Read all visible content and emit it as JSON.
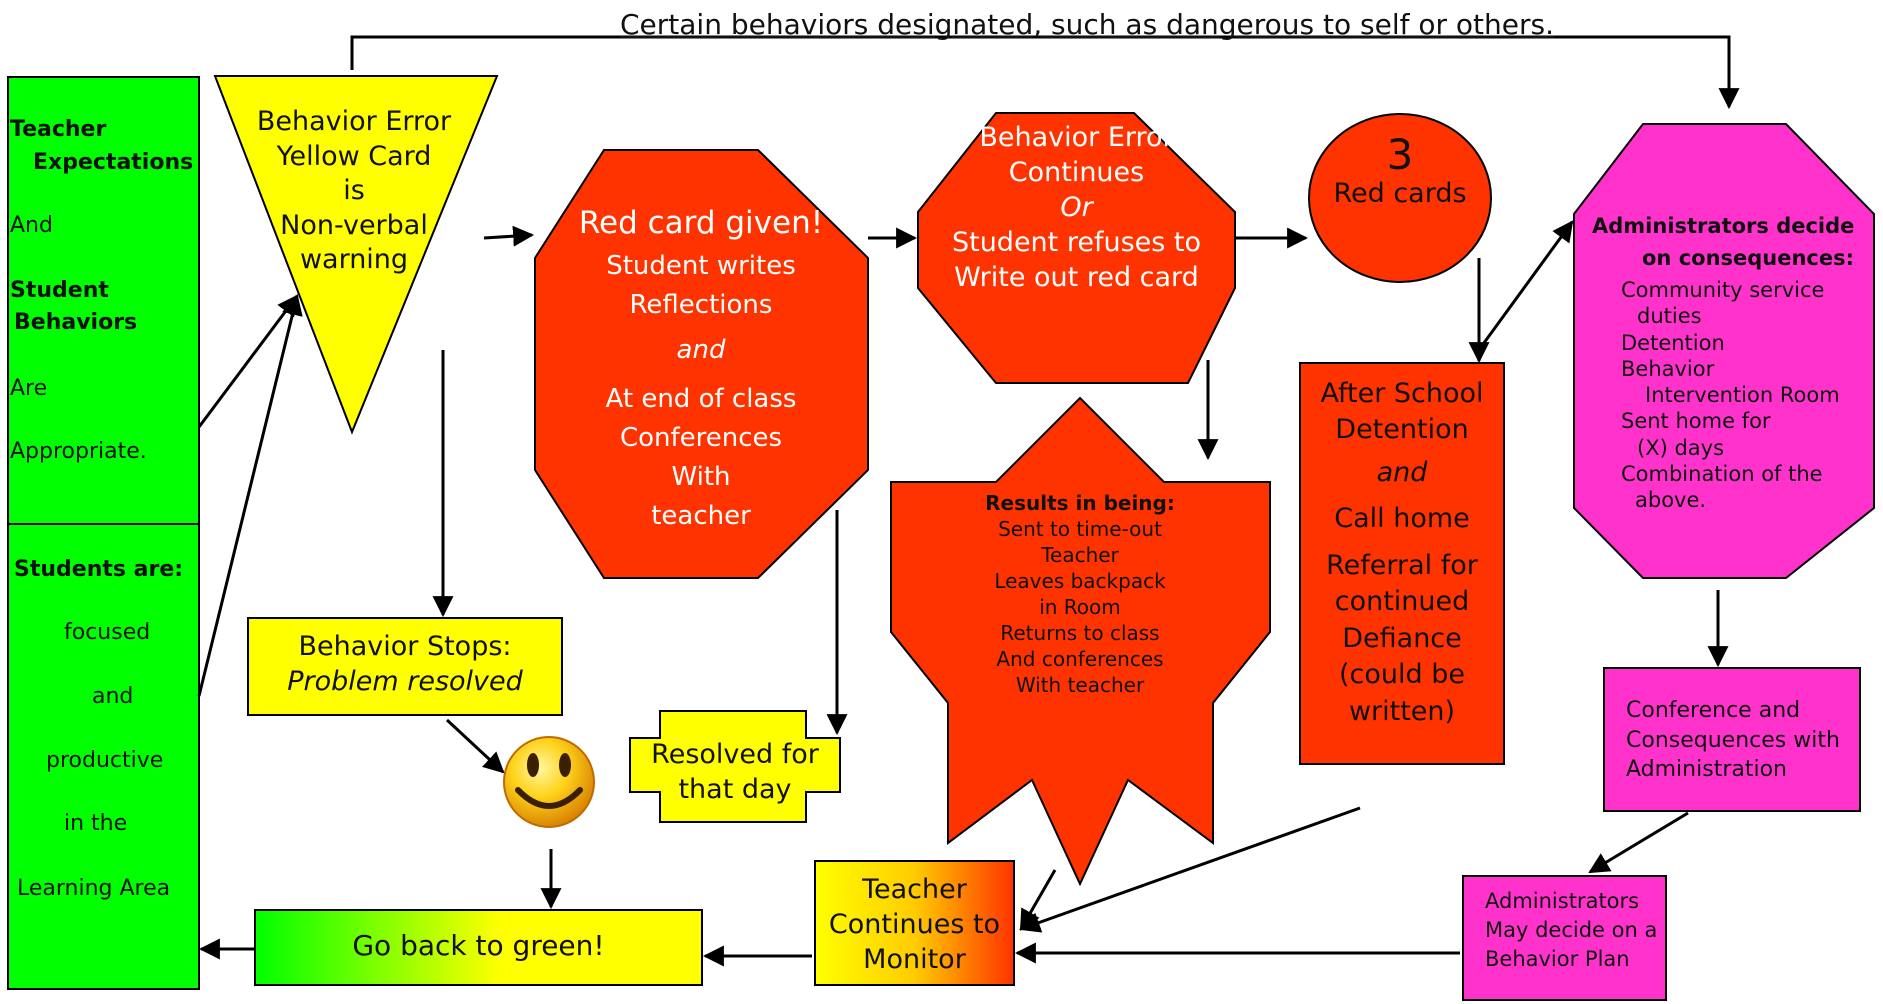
{
  "top_note": "Certain behaviors designated, such as dangerous to self or others.",
  "green_panel": {
    "top": [
      "Teacher",
      "Expectations",
      "And",
      "Student",
      "Behaviors",
      "Are",
      "Appropriate."
    ],
    "bottom": [
      "Students are:",
      "focused",
      "and",
      "productive",
      "in the",
      "Learning Area"
    ]
  },
  "yellow_card": [
    "Behavior Error",
    "Yellow Card",
    "is",
    "Non-verbal",
    "warning"
  ],
  "red_card": {
    "title": "Red card given!",
    "line1": "Student writes",
    "line2": "Reflections",
    "and": "and",
    "line3": "At end of class",
    "line4": "Conferences",
    "line5": "With",
    "line6": "teacher"
  },
  "continues": {
    "line1": "Behavior Error",
    "line2": "Continues",
    "or": "Or",
    "line3": "Student refuses to",
    "line4": "Write out red card"
  },
  "three_red": {
    "number": "3",
    "label": "Red cards"
  },
  "admin_decide": {
    "heading1": "Administrators decide",
    "heading2": "on consequences:",
    "items": [
      "Community service",
      "duties",
      "Detention",
      "Behavior",
      "Intervention Room",
      "Sent home for",
      "(X) days",
      "Combination of the",
      "above."
    ]
  },
  "results": {
    "heading": "Results in being:",
    "lines": [
      "Sent to time-out",
      "Teacher",
      "Leaves backpack",
      "in Room",
      "Returns to class",
      "And conferences",
      "With teacher"
    ]
  },
  "detention": {
    "line1": "After School",
    "line2": "Detention",
    "and": "and",
    "line3": "Call home",
    "line4": "Referral for",
    "line5": "continued",
    "line6": "Defiance",
    "line7": "(could be",
    "line8": "written)"
  },
  "behavior_stops": {
    "line1": "Behavior Stops:",
    "line2": "Problem resolved"
  },
  "resolved_day": {
    "line1": "Resolved for",
    "line2": "that day"
  },
  "conference_admin": [
    "Conference and",
    "Consequences with",
    "Administration"
  ],
  "behavior_plan": [
    "Administrators",
    "May decide on a",
    "Behavior Plan"
  ],
  "monitor": [
    "Teacher",
    "Continues to",
    "Monitor"
  ],
  "go_back": "Go back to green!"
}
